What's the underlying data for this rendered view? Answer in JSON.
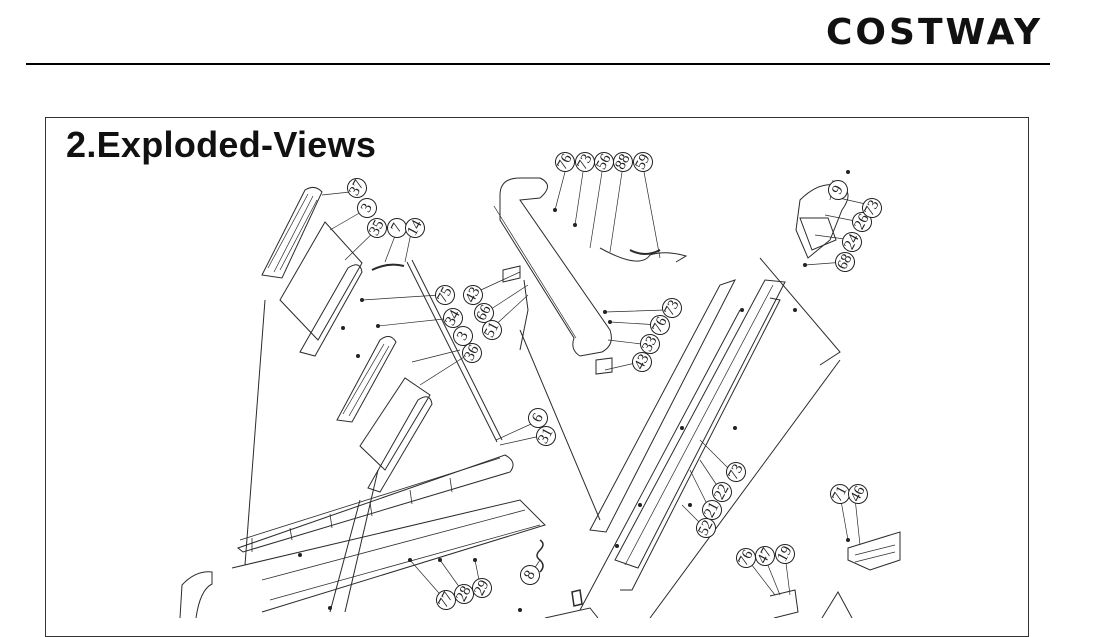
{
  "header": {
    "brand": "COSTWAY"
  },
  "section": {
    "title": "2.Exploded-Views"
  },
  "callouts": [
    {
      "n": "76"
    },
    {
      "n": "73"
    },
    {
      "n": "56"
    },
    {
      "n": "88"
    },
    {
      "n": "59"
    },
    {
      "n": "37"
    },
    {
      "n": "3"
    },
    {
      "n": "35"
    },
    {
      "n": "7"
    },
    {
      "n": "14"
    },
    {
      "n": "75"
    },
    {
      "n": "43"
    },
    {
      "n": "66"
    },
    {
      "n": "51"
    },
    {
      "n": "34"
    },
    {
      "n": "3"
    },
    {
      "n": "36"
    },
    {
      "n": "73"
    },
    {
      "n": "76"
    },
    {
      "n": "33"
    },
    {
      "n": "43"
    },
    {
      "n": "9"
    },
    {
      "n": "26"
    },
    {
      "n": "24"
    },
    {
      "n": "73"
    },
    {
      "n": "68"
    },
    {
      "n": "6"
    },
    {
      "n": "31"
    },
    {
      "n": "73"
    },
    {
      "n": "22"
    },
    {
      "n": "21"
    },
    {
      "n": "52"
    },
    {
      "n": "71"
    },
    {
      "n": "46"
    },
    {
      "n": "76"
    },
    {
      "n": "47"
    },
    {
      "n": "19"
    },
    {
      "n": "8"
    },
    {
      "n": "77"
    },
    {
      "n": "28"
    },
    {
      "n": "29"
    }
  ]
}
